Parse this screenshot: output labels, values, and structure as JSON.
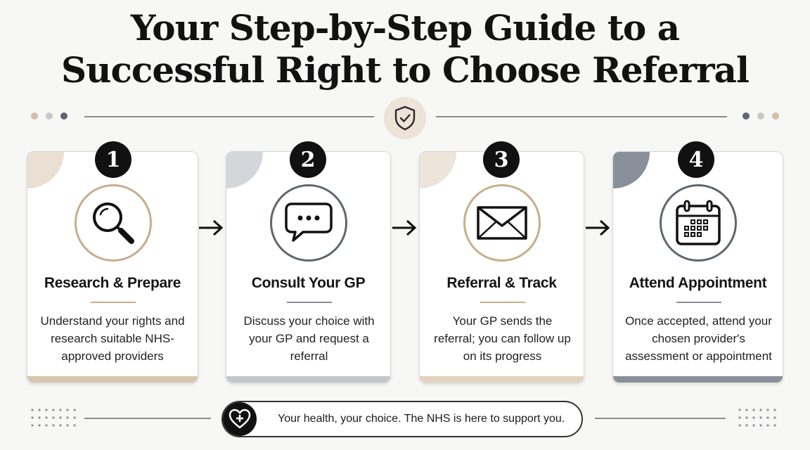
{
  "title": {
    "line1": "Your Step-by-Step Guide to a",
    "line2": "Successful Right to Choose Referral"
  },
  "divider_icon": "shield-check-icon",
  "steps": [
    {
      "number": "1",
      "title": "Research & Prepare",
      "description": "Understand your rights and research suitable NHS-approved providers",
      "icon": "magnifying-glass-icon",
      "accent": "#e9dfd2",
      "bar": "#d8c6ad",
      "ring": "#c8ad8c",
      "underline": "#c8ad8c"
    },
    {
      "number": "2",
      "title": "Consult Your GP",
      "description": "Discuss your choice with your GP and request a referral",
      "icon": "speech-bubble-icon",
      "accent": "#d3d6da",
      "bar": "#c3c7cc",
      "ring": "#5f6670",
      "underline": "#8b9097"
    },
    {
      "number": "3",
      "title": "Referral & Track",
      "description": "Your GP sends the referral; you can follow up on its progress",
      "icon": "envelope-icon",
      "accent": "#ede5da",
      "bar": "#e3d3bd",
      "ring": "#c8ad8c",
      "underline": "#c8ad8c"
    },
    {
      "number": "4",
      "title": "Attend Appointment",
      "description": "Once accepted, attend your chosen provider's assessment or appointment",
      "icon": "calendar-icon",
      "accent": "#8a9099",
      "bar": "#8a9099",
      "ring": "#5f6670",
      "underline": "#8b9097"
    }
  ],
  "footer": {
    "icon": "heart-plus-icon",
    "text": "Your health, your choice. The NHS is here to support you."
  },
  "colors": {
    "beige": "#c8ad8c",
    "slate": "#5f6670",
    "dark": "#111111",
    "background": "#f7f7f6"
  }
}
